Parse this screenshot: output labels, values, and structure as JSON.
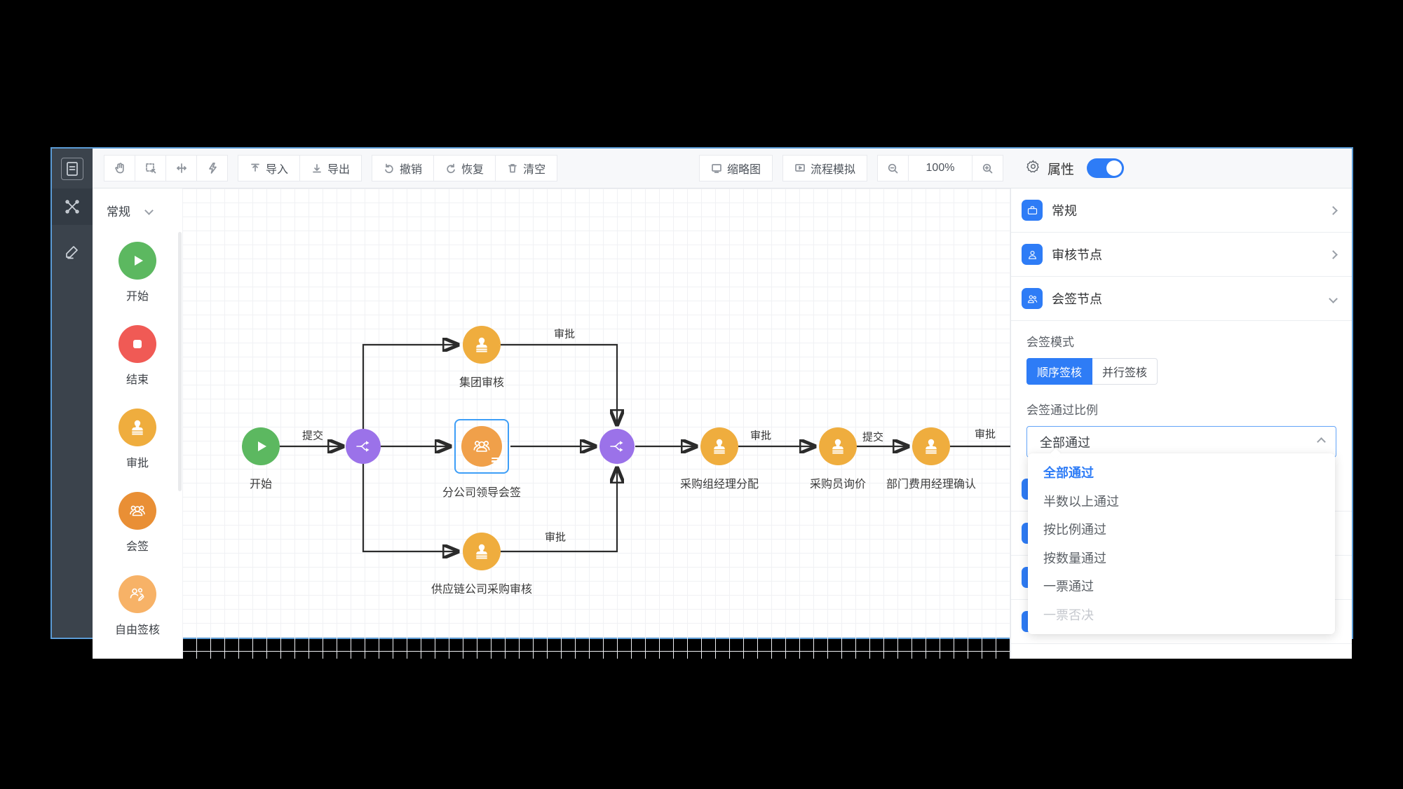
{
  "rail": {
    "items": [
      {
        "icon": "document-icon"
      },
      {
        "icon": "flow-nodes-icon"
      },
      {
        "icon": "pencil-icon"
      }
    ]
  },
  "toolbar": {
    "import": "导入",
    "export": "导出",
    "undo": "撤销",
    "redo": "恢复",
    "clear": "清空",
    "minimap": "缩略图",
    "simulate": "流程模拟",
    "zoom_level": "100%"
  },
  "palette": {
    "header": "常规",
    "items": [
      {
        "label": "开始"
      },
      {
        "label": "结束"
      },
      {
        "label": "审批"
      },
      {
        "label": "会签"
      },
      {
        "label": "自由签核"
      }
    ]
  },
  "canvas": {
    "nodes": [
      {
        "label": "开始"
      },
      {
        "label": "集团审核"
      },
      {
        "label": "分公司领导会签",
        "selected": true
      },
      {
        "label": "供应链公司采购审核"
      },
      {
        "label": "采购组经理分配"
      },
      {
        "label": "采购员询价"
      },
      {
        "label": "部门费用经理确认"
      }
    ],
    "edge_labels": [
      {
        "text": "提交"
      },
      {
        "text": "审批"
      },
      {
        "text": "审批"
      },
      {
        "text": "审批"
      },
      {
        "text": "提交"
      },
      {
        "text": "审批"
      }
    ]
  },
  "panel": {
    "title": "属性",
    "toggle_on": true,
    "sections": [
      {
        "label": "常规"
      },
      {
        "label": "审核节点"
      },
      {
        "label": "会签节点"
      }
    ],
    "sign_mode_label": "会签模式",
    "mode_options": [
      {
        "label": "顺序签核",
        "selected": true
      },
      {
        "label": "并行签核",
        "selected": false
      }
    ],
    "ratio_label": "会签通过比例",
    "select_value": "全部通过",
    "dropdown_options": [
      {
        "label": "全部通过",
        "state": "selected"
      },
      {
        "label": "半数以上通过",
        "state": "normal"
      },
      {
        "label": "按比例通过",
        "state": "normal"
      },
      {
        "label": "按数量通过",
        "state": "normal"
      },
      {
        "label": "一票通过",
        "state": "normal"
      },
      {
        "label": "一票否决",
        "state": "disabled"
      }
    ]
  },
  "colors": {
    "accent_blue": "#2e7cf6",
    "selection_blue": "#3d9ef7",
    "start_green": "#5cb860",
    "end_red": "#f05a55",
    "approve_amber": "#efad3e",
    "countersign_orange": "#e98f35",
    "freesign_orange": "#f7b267",
    "gateway_purple": "#9b72e9",
    "rail_dark": "#3b434c",
    "window_border": "#5b9bd5"
  }
}
